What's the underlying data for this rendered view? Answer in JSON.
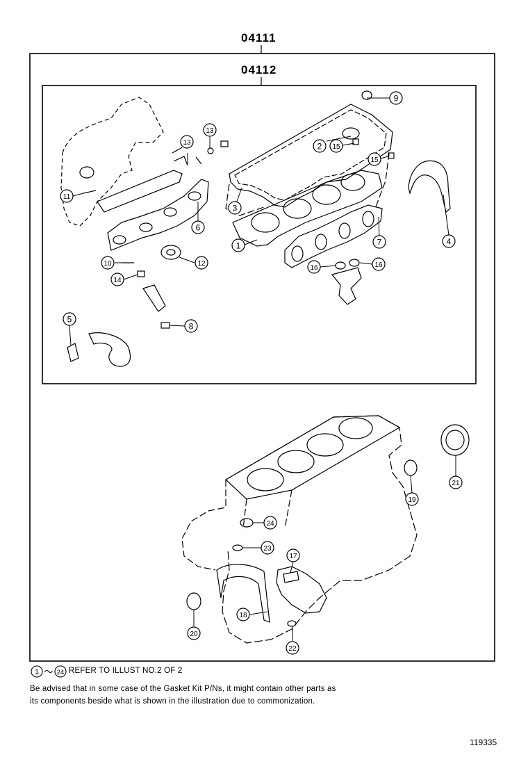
{
  "kits": {
    "outer": "04111",
    "inner": "04112"
  },
  "callouts": [
    {
      "n": "1"
    },
    {
      "n": "2"
    },
    {
      "n": "3"
    },
    {
      "n": "4"
    },
    {
      "n": "5"
    },
    {
      "n": "6"
    },
    {
      "n": "7"
    },
    {
      "n": "8"
    },
    {
      "n": "9"
    },
    {
      "n": "10"
    },
    {
      "n": "11"
    },
    {
      "n": "12"
    },
    {
      "n": "13"
    },
    {
      "n": "13"
    },
    {
      "n": "14"
    },
    {
      "n": "15"
    },
    {
      "n": "15"
    },
    {
      "n": "16"
    },
    {
      "n": "16"
    },
    {
      "n": "17"
    },
    {
      "n": "18"
    },
    {
      "n": "19"
    },
    {
      "n": "20"
    },
    {
      "n": "21"
    },
    {
      "n": "22"
    },
    {
      "n": "23"
    },
    {
      "n": "24"
    }
  ],
  "notes": {
    "range_start": "1",
    "range_sep": "～",
    "range_end": "24",
    "refer": "REFER TO ILLUST NO.2 OF 2",
    "advisory_line1": "Be advised that in some case of the Gasket Kit P/Ns,  it might contain other parts as",
    "advisory_line2": "its components beside what is shown in the illustration due to commonization."
  },
  "figure_number": "119335"
}
